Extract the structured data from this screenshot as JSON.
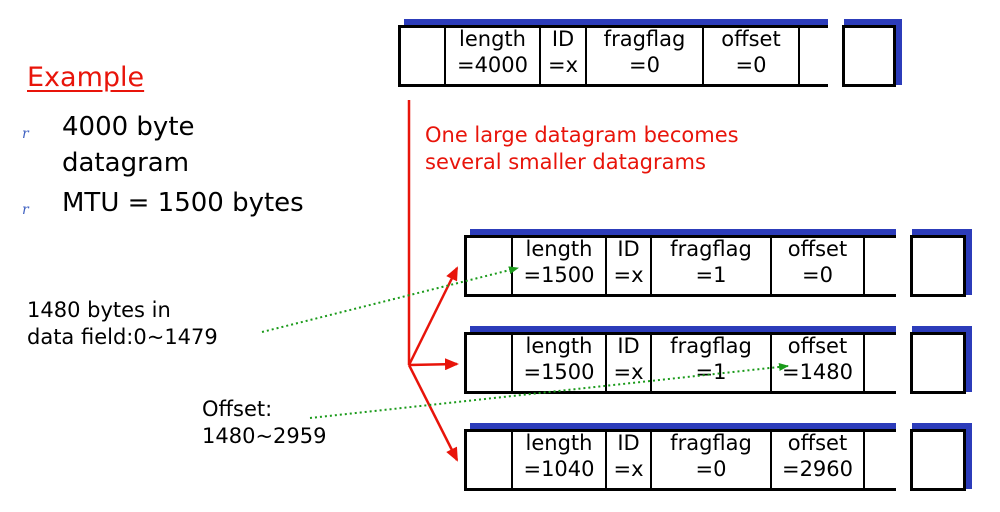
{
  "example": {
    "title": "Example",
    "bullets": [
      {
        "marker": "r",
        "text": "4000 byte datagram"
      },
      {
        "marker": "r",
        "text": "MTU = 1500 bytes"
      }
    ]
  },
  "message": {
    "line1": "One large datagram becomes",
    "line2": "several smaller datagrams"
  },
  "notes": {
    "first_fragment": {
      "line1": "1480 bytes in",
      "line2": "data field:0~1479"
    },
    "offset_note": {
      "line1": "Offset:",
      "line2": "1480~2959"
    }
  },
  "original": {
    "length_label": "length",
    "length_value": "=4000",
    "id_label": "ID",
    "id_value": "=x",
    "flag_label": "fragflag",
    "flag_value": "=0",
    "offset_label": "offset",
    "offset_value": "=0"
  },
  "fragments": [
    {
      "length_label": "length",
      "length_value": "=1500",
      "id_label": "ID",
      "id_value": "=x",
      "flag_label": "fragflag",
      "flag_value": "=1",
      "offset_label": "offset",
      "offset_value": "=0"
    },
    {
      "length_label": "length",
      "length_value": "=1500",
      "id_label": "ID",
      "id_value": "=x",
      "flag_label": "fragflag",
      "flag_value": "=1",
      "offset_label": "offset",
      "offset_value": "=1480"
    },
    {
      "length_label": "length",
      "length_value": "=1040",
      "id_label": "ID",
      "id_value": "=x",
      "flag_label": "fragflag",
      "flag_value": "=0",
      "offset_label": "offset",
      "offset_value": "=2960"
    }
  ],
  "colors": {
    "accent_red": "#e8140a",
    "shadow_blue": "#2c3cba",
    "arrow_green": "#1a9a1a"
  }
}
